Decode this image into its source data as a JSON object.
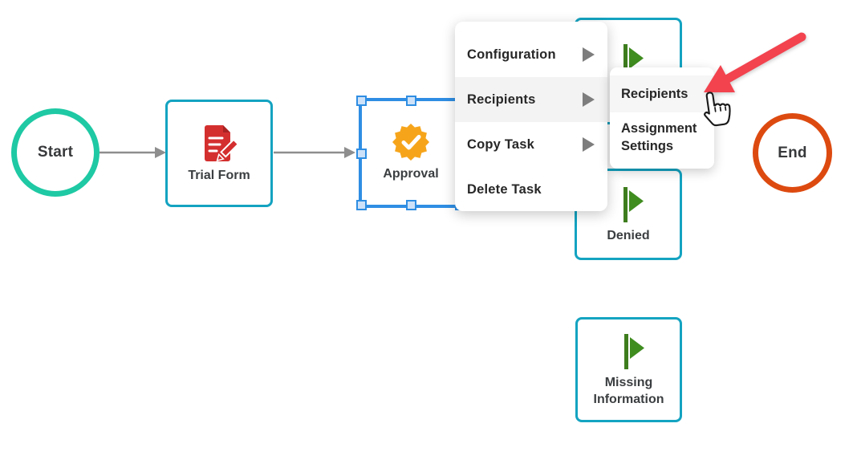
{
  "app": {
    "view": "workflow-designer-canvas",
    "background": "#ffffff"
  },
  "nodes": {
    "start": {
      "label": "Start",
      "shape": "circle",
      "border_color": "#1ec9a4"
    },
    "trial_form": {
      "label": "Trial Form",
      "shape": "rect",
      "border_color": "#14a3c1",
      "icon": "document-edit-icon",
      "icon_color": "#d42f2f"
    },
    "approval": {
      "label": "Approval",
      "shape": "rect",
      "selected": true,
      "selection_color": "#2f8ee3",
      "icon": "approval-badge-icon",
      "icon_color": "#f6a51b"
    },
    "approved_flag": {
      "label": "",
      "shape": "rect",
      "border_color": "#14a3c1",
      "icon": "flag-icon",
      "icon_color": "#3f8c1f",
      "note": "label hidden behind menus"
    },
    "denied": {
      "label": "Denied",
      "shape": "rect",
      "border_color": "#14a3c1",
      "icon": "flag-icon",
      "icon_color": "#3f8c1f"
    },
    "missing_information": {
      "label": "Missing Information",
      "shape": "rect",
      "border_color": "#14a3c1",
      "icon": "flag-icon",
      "icon_color": "#3f8c1f"
    },
    "end": {
      "label": "End",
      "shape": "circle",
      "border_color": "#dd4a10"
    }
  },
  "edges": {
    "color": "#8e8e8e",
    "connections": [
      "Start→Trial Form",
      "Trial Form→Approval"
    ]
  },
  "context_menu": {
    "items": [
      {
        "label": "Configuration",
        "has_submenu": true,
        "highlighted": false
      },
      {
        "label": "Recipients",
        "has_submenu": true,
        "highlighted": true
      },
      {
        "label": "Copy Task",
        "has_submenu": true,
        "highlighted": false
      },
      {
        "label": "Delete Task",
        "has_submenu": false,
        "highlighted": false
      }
    ]
  },
  "submenu": {
    "items": [
      {
        "label": "Recipients",
        "highlighted": true
      },
      {
        "label": "Assignment Settings",
        "highlighted": false
      }
    ]
  },
  "annotation": {
    "arrow_color": "#f2434f",
    "arrow_points_at": "Recipients submenu item",
    "cursor": "hand-pointer"
  }
}
